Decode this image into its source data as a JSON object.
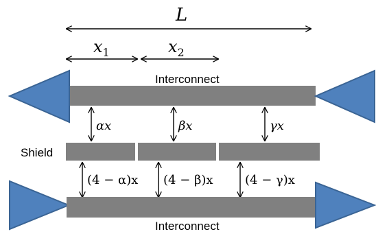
{
  "labels": {
    "total_length": "L",
    "segment1": "x",
    "segment1_sub": "1",
    "segment2": "x",
    "segment2_sub": "2",
    "interconnect_top": "Interconnect",
    "interconnect_bottom": "Interconnect",
    "shield": "Shield",
    "gap_top_1": "αx",
    "gap_top_2": "βx",
    "gap_top_3": "γx",
    "gap_bottom_1": "(4 − α)x",
    "gap_bottom_2": "(4 − β)x",
    "gap_bottom_3": "(4 − γ)x"
  },
  "colors": {
    "wire": "#808080",
    "driver_triangle": "#4f81bd"
  }
}
